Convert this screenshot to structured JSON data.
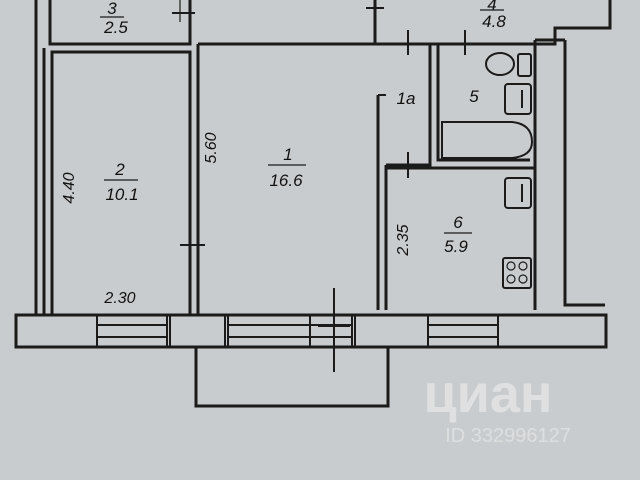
{
  "plan": {
    "rooms": [
      {
        "id": "room-3",
        "number": "3",
        "area": "2.5"
      },
      {
        "id": "room-4",
        "number": "4",
        "area": "4.8"
      },
      {
        "id": "room-1a",
        "number": "1a",
        "area": ""
      },
      {
        "id": "room-5",
        "number": "5",
        "area": ""
      },
      {
        "id": "room-2",
        "number": "2",
        "area": "10.1"
      },
      {
        "id": "room-1",
        "number": "1",
        "area": "16.6"
      },
      {
        "id": "room-6",
        "number": "6",
        "area": "5.9"
      }
    ],
    "dimensions": {
      "room2_height": "4.40",
      "room2_width": "2.30",
      "room1_height": "5.60",
      "room6_height": "2.35"
    },
    "watermark": {
      "brand": "циан",
      "listing_id": "ID 332996127"
    },
    "colors": {
      "background": "#c9ccce",
      "walls": "#1b1b1b",
      "fill": "#d3d6d8"
    }
  }
}
